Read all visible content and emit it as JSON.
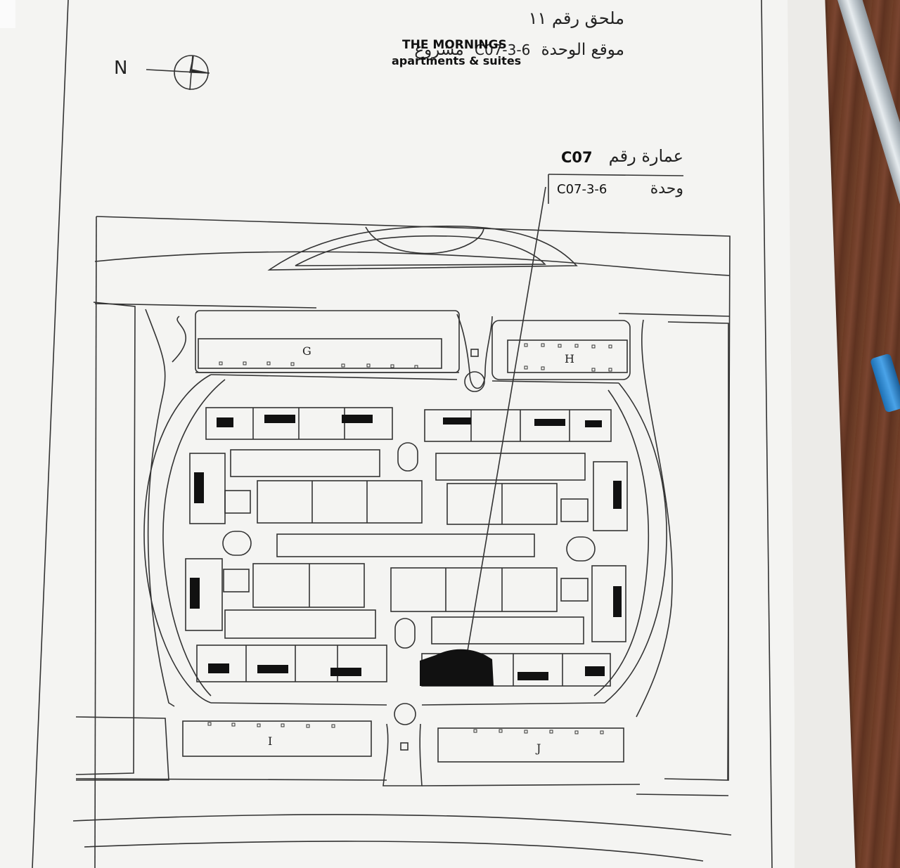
{
  "header": {
    "annex_title": "ملحق رقم ١١",
    "unit_location_prefix": "موقع الوحدة",
    "unit_code": "C07-3-6",
    "project_word": "مشروع",
    "brand_line1": "THE MORNINGS",
    "brand_line2": "apartments & suites"
  },
  "compass": {
    "label": "N"
  },
  "callout": {
    "building_label": "عمارة رقم",
    "building_code": "C07",
    "unit_label": "وحدة",
    "unit_code": "C07-3-6"
  },
  "plan_labels": {
    "block_g": "G",
    "block_h": "H",
    "block_i": "I",
    "block_j": "J"
  },
  "colors": {
    "paper": "#f4f4f2",
    "line": "#333333",
    "highlight": "#111111",
    "desk_wood": "#6b3a24",
    "pen_cap": "#1c6fb3"
  }
}
